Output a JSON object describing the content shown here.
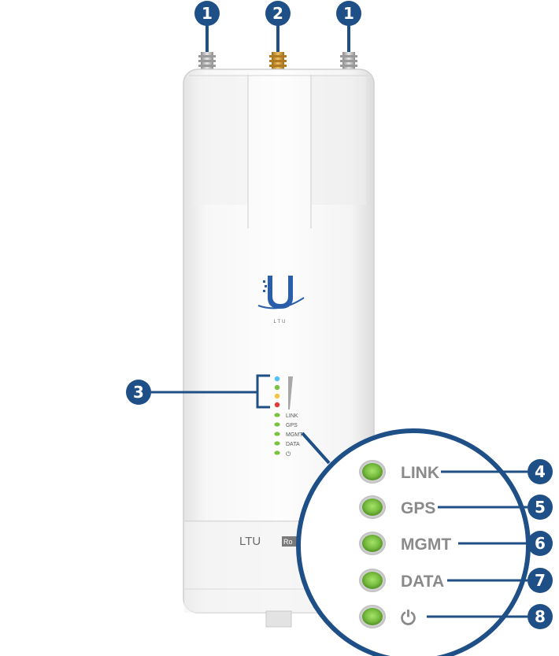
{
  "callouts": {
    "c1": "1",
    "c2": "2",
    "c3": "3",
    "c4": "4",
    "c5": "5",
    "c6": "6",
    "c7": "7",
    "c8": "8"
  },
  "device": {
    "logo_text": "LTU",
    "brand_label": "LTU",
    "brand_suffix": "Ro",
    "small_leds": [
      "LINK",
      "GPS",
      "MGMT",
      "DATA"
    ],
    "power_glyph": "⏻"
  },
  "zoom": {
    "labels": [
      "LINK",
      "GPS",
      "MGMT",
      "DATA"
    ],
    "power_glyph": "⏻"
  },
  "colors": {
    "callout": "#1f4f87",
    "led_green": "#7cc242",
    "signal_blue": "#4fc3f7",
    "signal_green": "#7cc242",
    "signal_yellow": "#f5c542",
    "signal_red": "#e53935",
    "connector_gold": "#c8912f"
  }
}
